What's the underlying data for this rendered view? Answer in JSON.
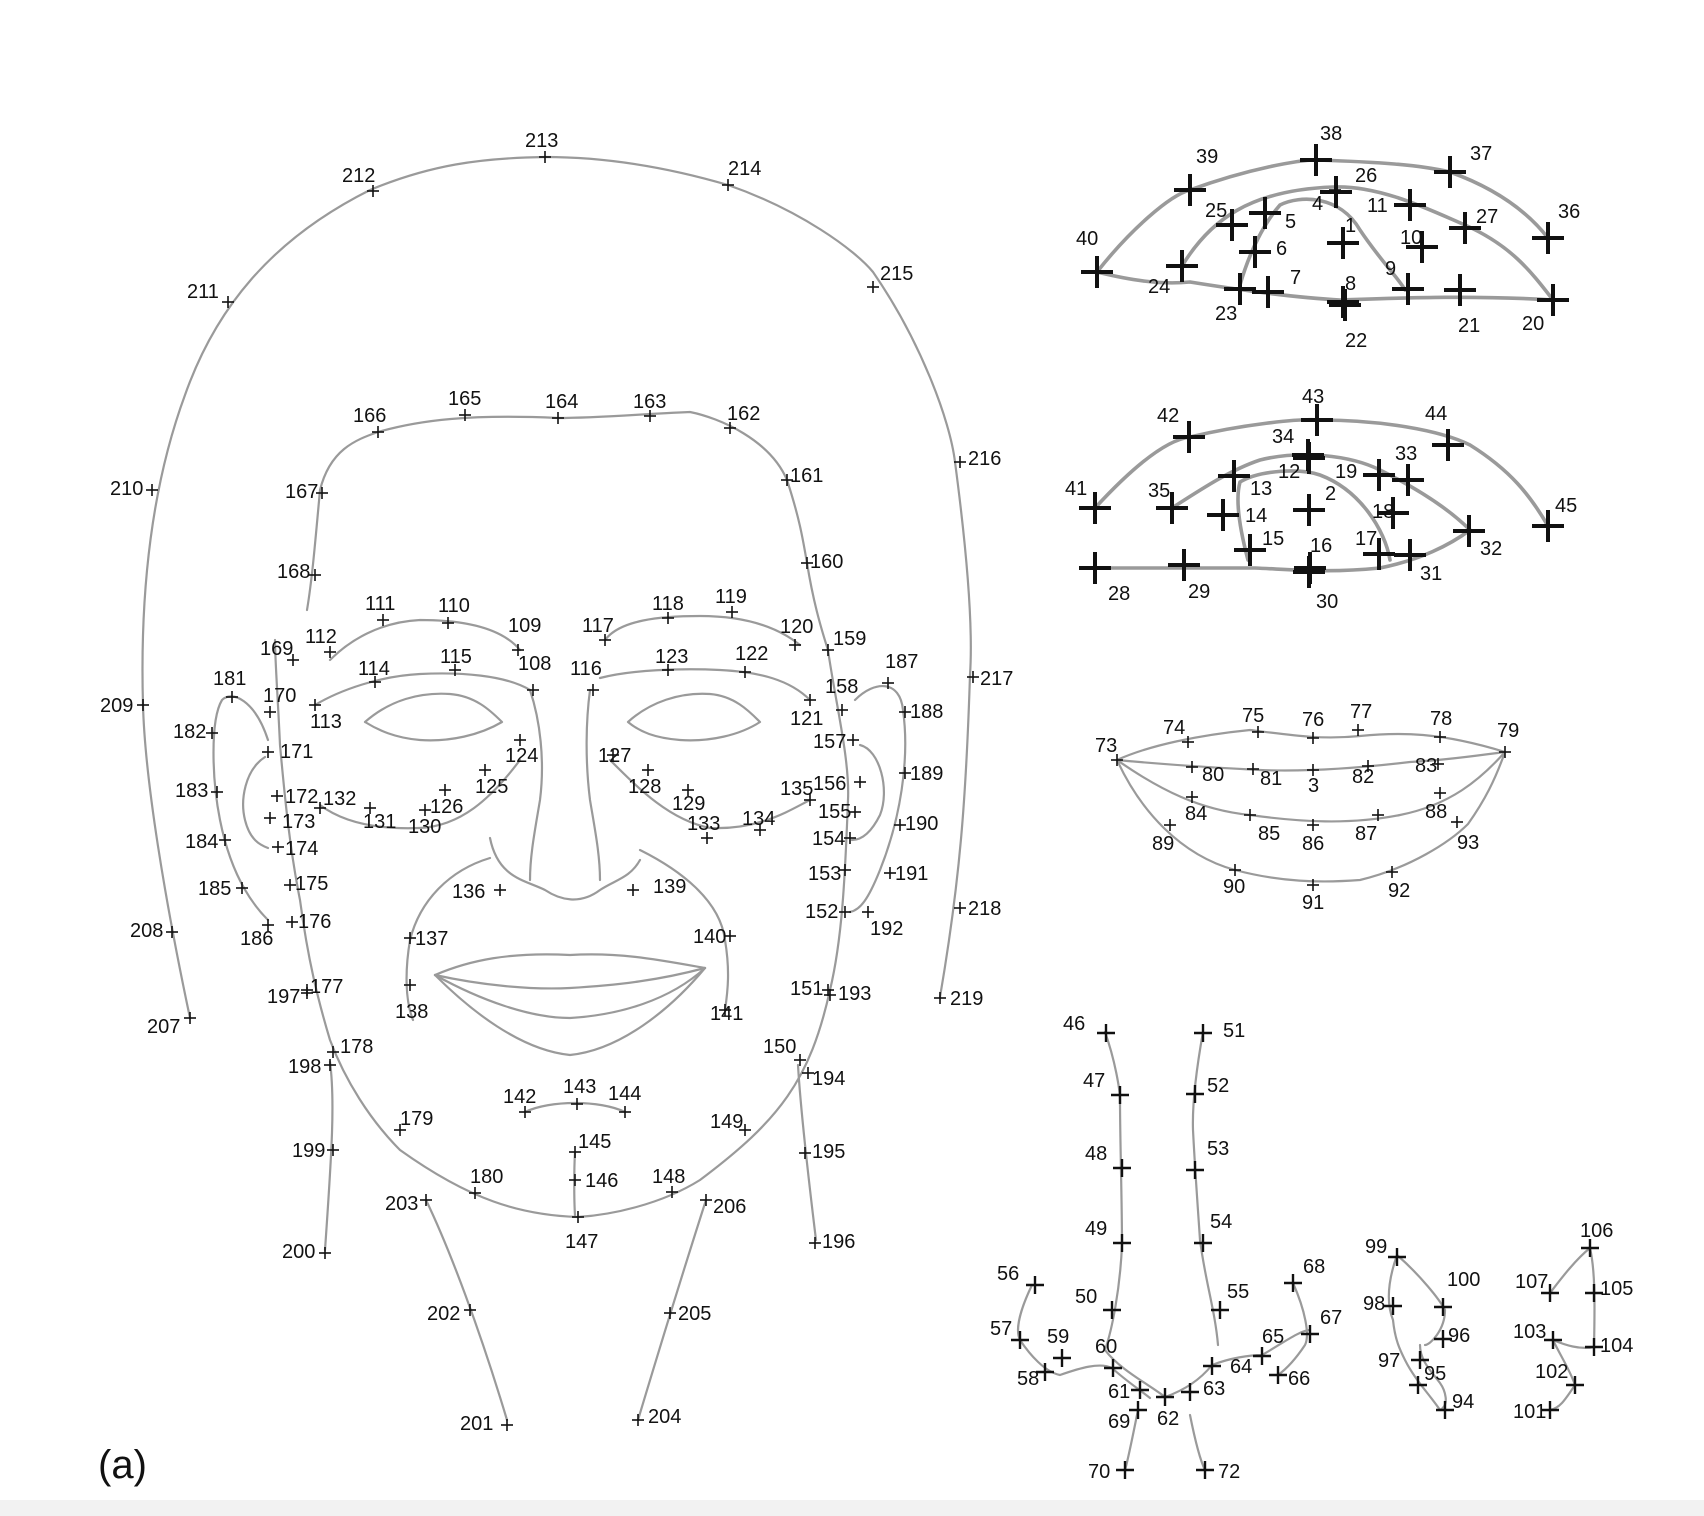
{
  "caption": "(a)",
  "landmarks": [
    {
      "id": "1",
      "g": "eye"
    },
    {
      "id": "2",
      "g": "eye2"
    },
    {
      "id": "3",
      "g": "mouth"
    },
    {
      "id": "4",
      "g": "eye"
    },
    {
      "id": "5",
      "g": "eye"
    },
    {
      "id": "6",
      "g": "eye"
    },
    {
      "id": "7",
      "g": "eye"
    },
    {
      "id": "8",
      "g": "eye"
    },
    {
      "id": "9",
      "g": "eye"
    },
    {
      "id": "10",
      "g": "eye"
    },
    {
      "id": "11",
      "g": "eye"
    },
    {
      "id": "12",
      "g": "eye2"
    },
    {
      "id": "13",
      "g": "eye2"
    },
    {
      "id": "14",
      "g": "eye2"
    },
    {
      "id": "15",
      "g": "eye2"
    },
    {
      "id": "16",
      "g": "eye2"
    },
    {
      "id": "17",
      "g": "eye2"
    },
    {
      "id": "18",
      "g": "eye2"
    },
    {
      "id": "19",
      "g": "eye2"
    },
    {
      "id": "20",
      "g": "eye"
    },
    {
      "id": "21",
      "g": "eye"
    },
    {
      "id": "22",
      "g": "eye"
    },
    {
      "id": "23",
      "g": "eye"
    },
    {
      "id": "24",
      "g": "eye"
    },
    {
      "id": "25",
      "g": "eye"
    },
    {
      "id": "26",
      "g": "eye"
    },
    {
      "id": "27",
      "g": "eye"
    },
    {
      "id": "28",
      "g": "eye2"
    },
    {
      "id": "29",
      "g": "eye2"
    },
    {
      "id": "30",
      "g": "eye2"
    },
    {
      "id": "31",
      "g": "eye2"
    },
    {
      "id": "32",
      "g": "eye2"
    },
    {
      "id": "33",
      "g": "eye2"
    },
    {
      "id": "34",
      "g": "eye2"
    },
    {
      "id": "35",
      "g": "eye2"
    },
    {
      "id": "36",
      "g": "eye"
    },
    {
      "id": "37",
      "g": "eye"
    },
    {
      "id": "38",
      "g": "eye"
    },
    {
      "id": "39",
      "g": "eye"
    },
    {
      "id": "40",
      "g": "eye"
    },
    {
      "id": "41",
      "g": "eye2"
    },
    {
      "id": "42",
      "g": "eye2"
    },
    {
      "id": "43",
      "g": "eye2"
    },
    {
      "id": "44",
      "g": "eye2"
    },
    {
      "id": "45",
      "g": "eye2"
    },
    {
      "id": "46",
      "g": "nose"
    },
    {
      "id": "47",
      "g": "nose"
    },
    {
      "id": "48",
      "g": "nose"
    },
    {
      "id": "49",
      "g": "nose"
    },
    {
      "id": "50",
      "g": "nose"
    },
    {
      "id": "51",
      "g": "nose"
    },
    {
      "id": "52",
      "g": "nose"
    },
    {
      "id": "53",
      "g": "nose"
    },
    {
      "id": "54",
      "g": "nose"
    },
    {
      "id": "55",
      "g": "nose"
    },
    {
      "id": "56",
      "g": "nose"
    },
    {
      "id": "57",
      "g": "nose"
    },
    {
      "id": "58",
      "g": "nose"
    },
    {
      "id": "59",
      "g": "nose"
    },
    {
      "id": "60",
      "g": "nose"
    },
    {
      "id": "61",
      "g": "nose"
    },
    {
      "id": "62",
      "g": "nose"
    },
    {
      "id": "63",
      "g": "nose"
    },
    {
      "id": "64",
      "g": "nose"
    },
    {
      "id": "65",
      "g": "nose"
    },
    {
      "id": "66",
      "g": "nose"
    },
    {
      "id": "67",
      "g": "nose"
    },
    {
      "id": "68",
      "g": "nose"
    },
    {
      "id": "69",
      "g": "nose"
    },
    {
      "id": "70",
      "g": "nose"
    },
    {
      "id": "72",
      "g": "nose"
    },
    {
      "id": "73",
      "g": "mouth"
    },
    {
      "id": "74",
      "g": "mouth"
    },
    {
      "id": "75",
      "g": "mouth"
    },
    {
      "id": "76",
      "g": "mouth"
    },
    {
      "id": "77",
      "g": "mouth"
    },
    {
      "id": "78",
      "g": "mouth"
    },
    {
      "id": "79",
      "g": "mouth"
    },
    {
      "id": "80",
      "g": "mouth"
    },
    {
      "id": "81",
      "g": "mouth"
    },
    {
      "id": "82",
      "g": "mouth"
    },
    {
      "id": "83",
      "g": "mouth"
    },
    {
      "id": "84",
      "g": "mouth"
    },
    {
      "id": "85",
      "g": "mouth"
    },
    {
      "id": "86",
      "g": "mouth"
    },
    {
      "id": "87",
      "g": "mouth"
    },
    {
      "id": "88",
      "g": "mouth"
    },
    {
      "id": "89",
      "g": "mouth"
    },
    {
      "id": "90",
      "g": "mouth"
    },
    {
      "id": "91",
      "g": "mouth"
    },
    {
      "id": "92",
      "g": "mouth"
    },
    {
      "id": "93",
      "g": "mouth"
    },
    {
      "id": "94",
      "g": "ear"
    },
    {
      "id": "95",
      "g": "ear"
    },
    {
      "id": "96",
      "g": "ear"
    },
    {
      "id": "97",
      "g": "ear"
    },
    {
      "id": "98",
      "g": "ear"
    },
    {
      "id": "99",
      "g": "ear"
    },
    {
      "id": "100",
      "g": "ear"
    },
    {
      "id": "101",
      "g": "ear"
    },
    {
      "id": "102",
      "g": "ear"
    },
    {
      "id": "103",
      "g": "ear"
    },
    {
      "id": "104",
      "g": "ear"
    },
    {
      "id": "105",
      "g": "ear"
    },
    {
      "id": "106",
      "g": "ear"
    },
    {
      "id": "107",
      "g": "ear"
    },
    {
      "id": "108",
      "g": "face"
    },
    {
      "id": "109",
      "g": "face"
    },
    {
      "id": "110",
      "g": "face"
    },
    {
      "id": "111",
      "g": "face"
    },
    {
      "id": "112",
      "g": "face"
    },
    {
      "id": "113",
      "g": "face"
    },
    {
      "id": "114",
      "g": "face"
    },
    {
      "id": "115",
      "g": "face"
    },
    {
      "id": "116",
      "g": "face"
    },
    {
      "id": "117",
      "g": "face"
    },
    {
      "id": "118",
      "g": "face"
    },
    {
      "id": "119",
      "g": "face"
    },
    {
      "id": "120",
      "g": "face"
    },
    {
      "id": "121",
      "g": "face"
    },
    {
      "id": "122",
      "g": "face"
    },
    {
      "id": "123",
      "g": "face"
    },
    {
      "id": "124",
      "g": "face"
    },
    {
      "id": "125",
      "g": "face"
    },
    {
      "id": "126",
      "g": "face"
    },
    {
      "id": "127",
      "g": "face"
    },
    {
      "id": "128",
      "g": "face"
    },
    {
      "id": "129",
      "g": "face"
    },
    {
      "id": "130",
      "g": "face"
    },
    {
      "id": "131",
      "g": "face"
    },
    {
      "id": "132",
      "g": "face"
    },
    {
      "id": "133",
      "g": "face"
    },
    {
      "id": "134",
      "g": "face"
    },
    {
      "id": "135",
      "g": "face"
    },
    {
      "id": "136",
      "g": "face"
    },
    {
      "id": "137",
      "g": "face"
    },
    {
      "id": "138",
      "g": "face"
    },
    {
      "id": "139",
      "g": "face"
    },
    {
      "id": "140",
      "g": "face"
    },
    {
      "id": "141",
      "g": "face"
    },
    {
      "id": "142",
      "g": "face"
    },
    {
      "id": "143",
      "g": "face"
    },
    {
      "id": "144",
      "g": "face"
    },
    {
      "id": "145",
      "g": "face"
    },
    {
      "id": "146",
      "g": "face"
    },
    {
      "id": "147",
      "g": "face"
    },
    {
      "id": "148",
      "g": "face"
    },
    {
      "id": "149",
      "g": "face"
    },
    {
      "id": "150",
      "g": "face"
    },
    {
      "id": "151",
      "g": "face"
    },
    {
      "id": "152",
      "g": "face"
    },
    {
      "id": "153",
      "g": "face"
    },
    {
      "id": "154",
      "g": "face"
    },
    {
      "id": "155",
      "g": "face"
    },
    {
      "id": "156",
      "g": "face"
    },
    {
      "id": "157",
      "g": "face"
    },
    {
      "id": "158",
      "g": "face"
    },
    {
      "id": "159",
      "g": "face"
    },
    {
      "id": "160",
      "g": "face"
    },
    {
      "id": "161",
      "g": "face"
    },
    {
      "id": "162",
      "g": "face"
    },
    {
      "id": "163",
      "g": "face"
    },
    {
      "id": "164",
      "g": "face"
    },
    {
      "id": "165",
      "g": "face"
    },
    {
      "id": "166",
      "g": "face"
    },
    {
      "id": "167",
      "g": "face"
    },
    {
      "id": "168",
      "g": "face"
    },
    {
      "id": "169",
      "g": "face"
    },
    {
      "id": "170",
      "g": "face"
    },
    {
      "id": "171",
      "g": "face"
    },
    {
      "id": "172",
      "g": "face"
    },
    {
      "id": "173",
      "g": "face"
    },
    {
      "id": "174",
      "g": "face"
    },
    {
      "id": "175",
      "g": "face"
    },
    {
      "id": "176",
      "g": "face"
    },
    {
      "id": "177",
      "g": "face"
    },
    {
      "id": "178",
      "g": "face"
    },
    {
      "id": "179",
      "g": "face"
    },
    {
      "id": "180",
      "g": "face"
    },
    {
      "id": "181",
      "g": "face"
    },
    {
      "id": "182",
      "g": "face"
    },
    {
      "id": "183",
      "g": "face"
    },
    {
      "id": "184",
      "g": "face"
    },
    {
      "id": "185",
      "g": "face"
    },
    {
      "id": "186",
      "g": "face"
    },
    {
      "id": "187",
      "g": "face"
    },
    {
      "id": "188",
      "g": "face"
    },
    {
      "id": "189",
      "g": "face"
    },
    {
      "id": "190",
      "g": "face"
    },
    {
      "id": "191",
      "g": "face"
    },
    {
      "id": "192",
      "g": "face"
    },
    {
      "id": "193",
      "g": "face"
    },
    {
      "id": "194",
      "g": "face"
    },
    {
      "id": "195",
      "g": "face"
    },
    {
      "id": "196",
      "g": "face"
    },
    {
      "id": "197",
      "g": "face"
    },
    {
      "id": "198",
      "g": "face"
    },
    {
      "id": "199",
      "g": "face"
    },
    {
      "id": "200",
      "g": "face"
    },
    {
      "id": "201",
      "g": "face"
    },
    {
      "id": "202",
      "g": "face"
    },
    {
      "id": "203",
      "g": "face"
    },
    {
      "id": "204",
      "g": "face"
    },
    {
      "id": "205",
      "g": "face"
    },
    {
      "id": "206",
      "g": "face"
    },
    {
      "id": "207",
      "g": "face"
    },
    {
      "id": "208",
      "g": "face"
    },
    {
      "id": "209",
      "g": "face"
    },
    {
      "id": "210",
      "g": "face"
    },
    {
      "id": "211",
      "g": "face"
    },
    {
      "id": "212",
      "g": "face"
    },
    {
      "id": "213",
      "g": "face"
    },
    {
      "id": "214",
      "g": "face"
    },
    {
      "id": "215",
      "g": "face"
    },
    {
      "id": "216",
      "g": "face"
    },
    {
      "id": "217",
      "g": "face"
    },
    {
      "id": "218",
      "g": "face"
    },
    {
      "id": "219",
      "g": "face"
    }
  ]
}
